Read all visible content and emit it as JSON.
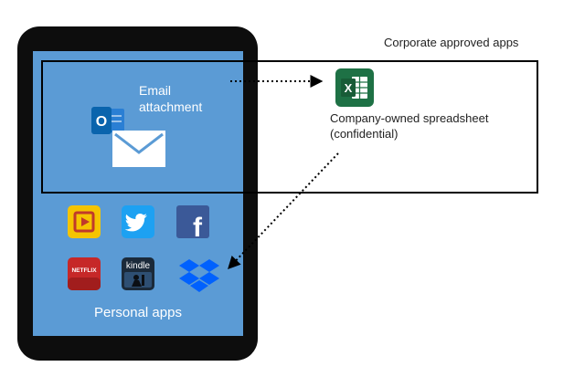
{
  "diagram": {
    "corporate_label": "Corporate approved apps",
    "email_label": "Email\nattachment",
    "spreadsheet_label": "Company-owned spreadsheet\n(confidential)",
    "personal_label": "Personal apps"
  },
  "icons": {
    "outlook": "outlook-icon",
    "envelope": "envelope-icon",
    "excel": "excel-icon",
    "personal_apps": [
      "video-app-icon",
      "twitter-icon",
      "facebook-icon",
      "netflix-icon",
      "kindle-icon",
      "dropbox-icon"
    ]
  },
  "icon_text": {
    "outlook_letter": "O",
    "excel_letter": "X",
    "netflix": "NETFLIX",
    "kindle": "kindle",
    "facebook": "f"
  },
  "colors": {
    "screen_blue": "#5b9bd5",
    "device_black": "#0d0d0d",
    "outlook_blue": "#0a64ad",
    "excel_green": "#1e7145",
    "netflix_red": "#c62828",
    "facebook_blue": "#3b5998",
    "twitter_blue": "#1da1f2",
    "dropbox_blue": "#0061fe",
    "video_yellow": "#f5c400"
  }
}
